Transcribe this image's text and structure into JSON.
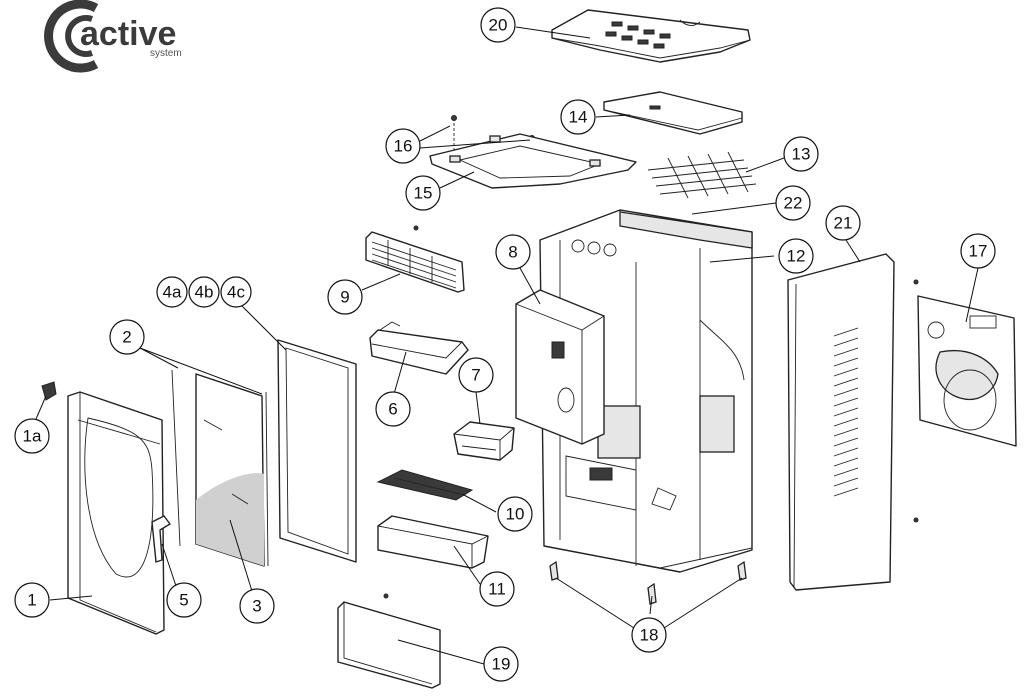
{
  "brand": {
    "name": "active",
    "tagline": "system"
  },
  "callouts": [
    {
      "id": "c-20",
      "label": "20"
    },
    {
      "id": "c-14",
      "label": "14"
    },
    {
      "id": "c-16",
      "label": "16"
    },
    {
      "id": "c-13",
      "label": "13"
    },
    {
      "id": "c-15",
      "label": "15"
    },
    {
      "id": "c-22",
      "label": "22"
    },
    {
      "id": "c-21",
      "label": "21"
    },
    {
      "id": "c-17",
      "label": "17"
    },
    {
      "id": "c-8",
      "label": "8"
    },
    {
      "id": "c-12",
      "label": "12"
    },
    {
      "id": "c-9",
      "label": "9"
    },
    {
      "id": "c-4a",
      "label": "4a"
    },
    {
      "id": "c-4b",
      "label": "4b"
    },
    {
      "id": "c-4c",
      "label": "4c"
    },
    {
      "id": "c-2",
      "label": "2"
    },
    {
      "id": "c-7",
      "label": "7"
    },
    {
      "id": "c-6",
      "label": "6"
    },
    {
      "id": "c-1a",
      "label": "1a"
    },
    {
      "id": "c-10",
      "label": "10"
    },
    {
      "id": "c-11",
      "label": "11"
    },
    {
      "id": "c-1",
      "label": "1"
    },
    {
      "id": "c-5",
      "label": "5"
    },
    {
      "id": "c-3",
      "label": "3"
    },
    {
      "id": "c-18",
      "label": "18"
    },
    {
      "id": "c-19",
      "label": "19"
    }
  ]
}
